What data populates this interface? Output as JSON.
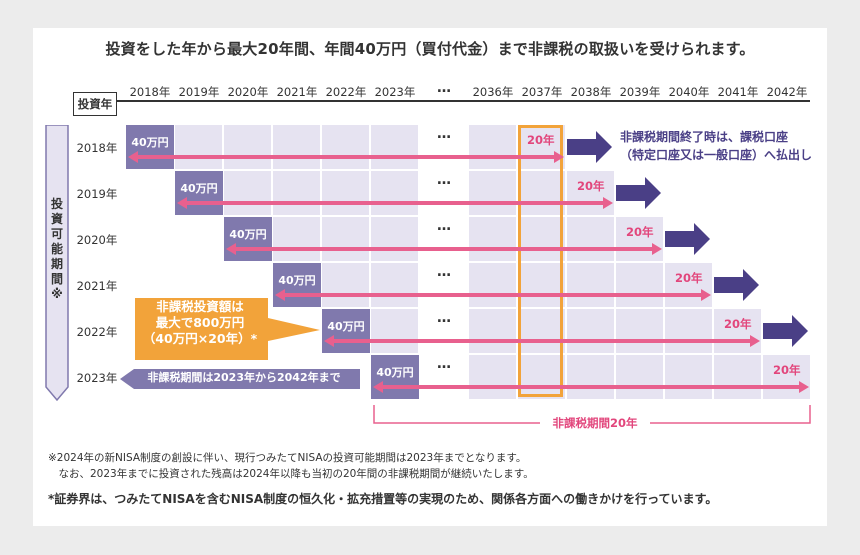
{
  "title": "投資をした年から最大20年間、年間40万円（買付代金）まで非課税の取扱いを受けられます。",
  "axis": {
    "label": "投資年",
    "years_left": [
      "2018年",
      "2019年",
      "2020年",
      "2021年",
      "2022年",
      "2023年"
    ],
    "dots": "…",
    "years_right": [
      "2036年",
      "2037年",
      "2038年",
      "2039年",
      "2040年",
      "2041年",
      "2042年"
    ]
  },
  "side_label": "投資可能期間※",
  "rows": [
    {
      "year": "2018年",
      "start_label": "40万円",
      "end_label": "20年"
    },
    {
      "year": "2019年",
      "start_label": "40万円",
      "end_label": "20年"
    },
    {
      "year": "2020年",
      "start_label": "40万円",
      "end_label": "20年"
    },
    {
      "year": "2021年",
      "start_label": "40万円",
      "end_label": "20年"
    },
    {
      "year": "2022年",
      "start_label": "40万円",
      "end_label": "20年"
    },
    {
      "year": "2023年",
      "start_label": "40万円",
      "end_label": "20年"
    }
  ],
  "dots_cell": "…",
  "end_note": {
    "line1": "非課税期間終了時は、課税口座",
    "line2": "（特定口座又は一般口座）へ払出し"
  },
  "callout": {
    "line1": "非課税投資額は",
    "line2": "最大で800万円",
    "line3": "（40万円×20年）*"
  },
  "period_label": "非課税期間は2023年から2042年まで",
  "bracket_label": "非課税期間20年",
  "notes": {
    "line1": "※2024年の新NISA制度の創設に伴い、現行つみたてNISAの投資可能期間は2023年までとなります。",
    "line2": "　なお、2023年までに投資された残高は2024年以降も当初の20年間の非課税期間が継続いたします。",
    "line3": "*証券界は、つみたてNISAを含むNISA制度の恒久化・拡充措置等の実現のため、関係各方面への働きかけを行っています。"
  },
  "colors": {
    "cell": "#e6e3f1",
    "start_box": "#8079ad",
    "arrow_pink": "#e8608e",
    "end_arrow": "#4a3f86",
    "highlight": "#f2a33a",
    "callout": "#f2a33a",
    "period_label_bg": "#8079ad"
  }
}
